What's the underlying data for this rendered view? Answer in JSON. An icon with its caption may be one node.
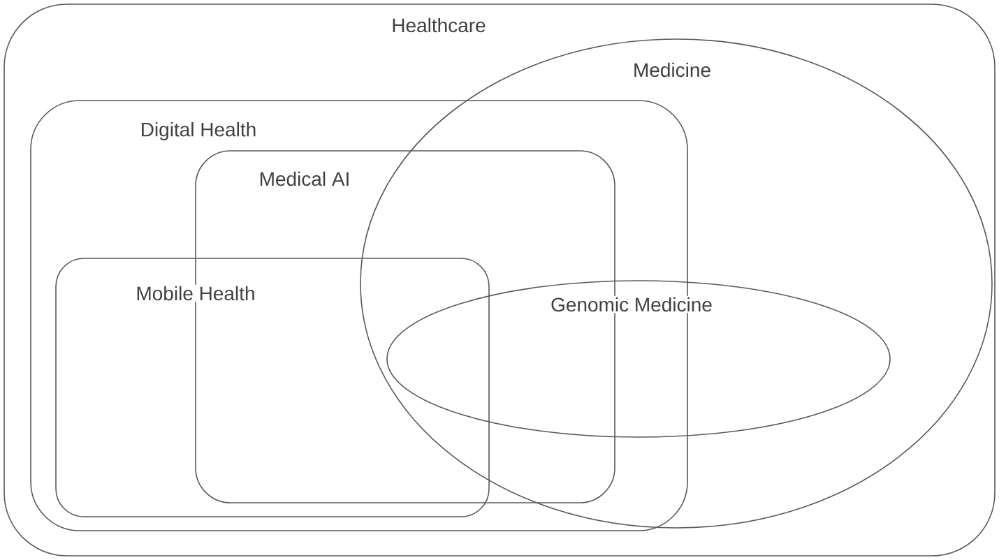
{
  "diagram": {
    "nodes": [
      {
        "text": [
          "Healthcare"
        ]
      },
      {
        "text": [
          "Medicine"
        ],
        "in": 0
      },
      {
        "text": [
          "Digital Health"
        ],
        "in": 0
      },
      {
        "text": [
          "Medical AI"
        ],
        "in": 2
      },
      {
        "text": [
          "Mobile Health"
        ],
        "in": 2
      },
      {
        "text": [
          "Genomic Medicine"
        ],
        "in": 1
      }
    ]
  }
}
